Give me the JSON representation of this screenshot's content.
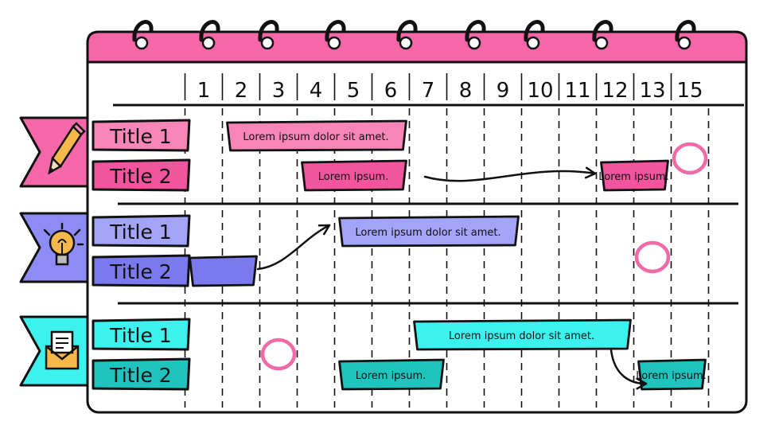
{
  "days": [
    "1",
    "2",
    "3",
    "4",
    "5",
    "6",
    "7",
    "8",
    "9",
    "10",
    "11",
    "12",
    "13",
    "15"
  ],
  "colors": {
    "pink": "#f567a8",
    "pink_light": "#f785b8",
    "purple": "#8d8cf5",
    "purple_dark": "#7b79ee",
    "cyan": "#3df2ee",
    "teal": "#1ec4bd",
    "circle": "#ef6aa6",
    "ink": "#111111"
  },
  "groups": [
    {
      "icon": "pencil-icon",
      "rows": [
        {
          "title": "Title 1",
          "color": "#f785b8"
        },
        {
          "title": "Title 2",
          "color": "#f0559d"
        }
      ]
    },
    {
      "icon": "lightbulb-icon",
      "rows": [
        {
          "title": "Title 1",
          "color": "#a3a3f7"
        },
        {
          "title": "Title 2",
          "color": "#7b79ee"
        }
      ]
    },
    {
      "icon": "envelope-icon",
      "rows": [
        {
          "title": "Title 1",
          "color": "#3df2ee"
        },
        {
          "title": "Title 2",
          "color": "#1ec4bd"
        }
      ]
    }
  ],
  "bars": [
    {
      "group": 0,
      "row": 0,
      "start": 2,
      "end": 6,
      "label": "Lorem ipsum dolor sit amet.",
      "color": "#f785b8"
    },
    {
      "group": 0,
      "row": 1,
      "start": 4,
      "end": 6,
      "label": "Lorem ipsum.",
      "color": "#f0559d"
    },
    {
      "group": 0,
      "row": 1,
      "start": 12,
      "end": 13,
      "label": "Lorem ipsum.",
      "color": "#f0559d"
    },
    {
      "group": 1,
      "row": 0,
      "start": 5,
      "end": 9,
      "label": "Lorem ipsum dolor sit amet.",
      "color": "#a3a3f7"
    },
    {
      "group": 1,
      "row": 1,
      "start": 1,
      "end": 2,
      "label": "",
      "color": "#7b79ee"
    },
    {
      "group": 2,
      "row": 0,
      "start": 7,
      "end": 12,
      "label": "Lorem ipsum dolor sit amet.",
      "color": "#3df2ee"
    },
    {
      "group": 2,
      "row": 1,
      "start": 5,
      "end": 7,
      "label": "Lorem ipsum.",
      "color": "#1ec4bd"
    },
    {
      "group": 2,
      "row": 1,
      "start": 13,
      "end": 15,
      "label": "Lorem ipsum.",
      "color": "#1ec4bd"
    }
  ],
  "markers": [
    {
      "group": 0,
      "row": 0,
      "day": 15
    },
    {
      "group": 1,
      "row": 1,
      "day": 13
    },
    {
      "group": 2,
      "row": 0,
      "day": 3
    }
  ]
}
